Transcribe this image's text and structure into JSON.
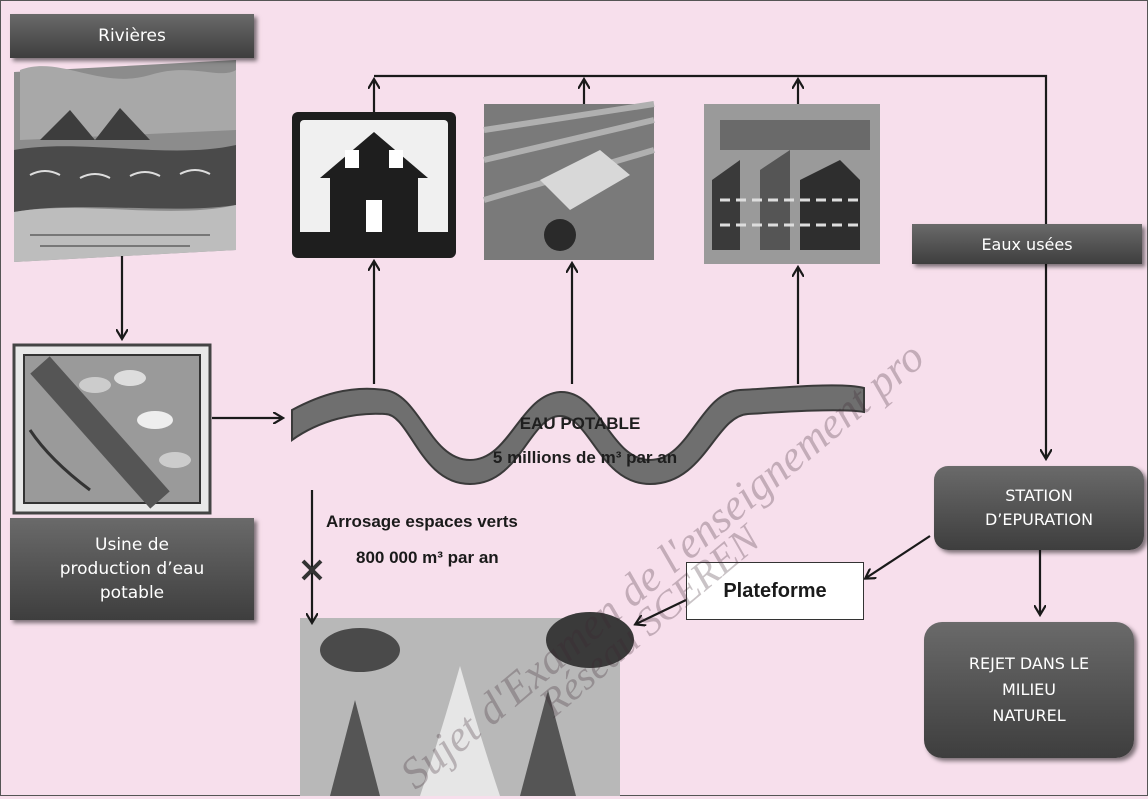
{
  "labels": {
    "rivieres": "Rivières",
    "eaux_usees": "Eaux usées",
    "usine_line1": "Usine de",
    "usine_line2": "production d’eau",
    "usine_line3": "potable",
    "eau_potable": "EAU POTABLE",
    "eau_potable_volume": "5 millions de m³ par an",
    "arrosage": "Arrosage espaces verts",
    "arrosage_volume": "800 000 m³ par an",
    "plateforme": "Plateforme",
    "station_line1": "STATION",
    "station_line2": "D’EPURATION",
    "rejet_line1": "REJET DANS LE",
    "rejet_line2": "MILIEU",
    "rejet_line3": "NATUREL"
  },
  "watermark": {
    "line1": "Sujet d'Examen de l'enseignement pro",
    "line2": "Réseau SCEREN"
  },
  "colors": {
    "background": "#f7dfec",
    "box_dark": "#4a4a4a",
    "arrow": "#1a1a1a",
    "pipe": "#6f6f6f"
  }
}
